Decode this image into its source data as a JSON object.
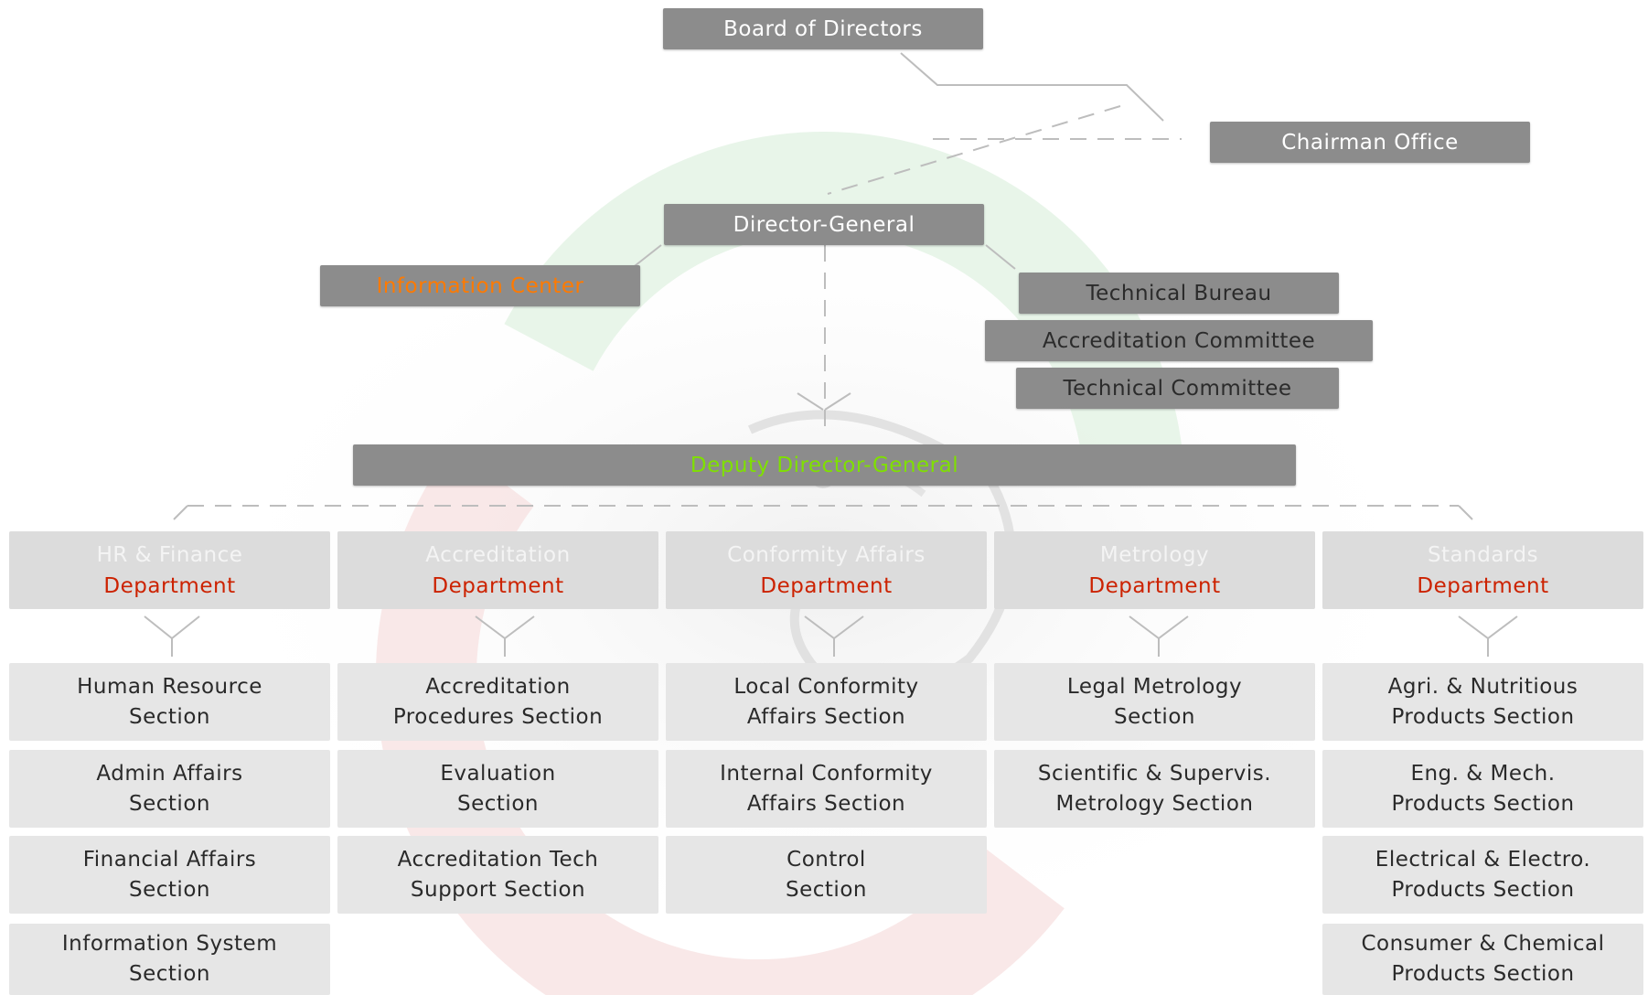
{
  "colors": {
    "box": "#8c8c8c",
    "department_box": "#dcdcdc",
    "section_box": "#e6e6e6",
    "department_word": "#cc2200",
    "information_center_text": "#ff7a00",
    "deputy_text": "#7fe000"
  },
  "top": {
    "board": "Board of Directors",
    "chairman_office": "Chairman Office",
    "director_general": "Director-General",
    "information_center": "Information Center",
    "technical_bureau": "Technical Bureau",
    "accreditation_committee": "Accreditation Committee",
    "technical_committee": "Technical Committee",
    "deputy_director_general": "Deputy Director-General"
  },
  "departments": [
    {
      "name": "HR & Finance",
      "word": "Department",
      "sections": [
        {
          "line1": "Human Resource",
          "line2": "Section"
        },
        {
          "line1": "Admin Affairs",
          "line2": "Section"
        },
        {
          "line1": "Financial Affairs",
          "line2": "Section"
        },
        {
          "line1": "Information System",
          "line2": "Section"
        }
      ]
    },
    {
      "name": "Accreditation",
      "word": "Department",
      "sections": [
        {
          "line1": "Accreditation",
          "line2": "Procedures Section"
        },
        {
          "line1": "Evaluation",
          "line2": "Section"
        },
        {
          "line1": "Accreditation Tech",
          "line2": "Support Section"
        }
      ]
    },
    {
      "name": "Conformity Affairs",
      "word": "Department",
      "sections": [
        {
          "line1": "Local Conformity",
          "line2": "Affairs Section"
        },
        {
          "line1": "Internal Conformity",
          "line2": "Affairs Section"
        },
        {
          "line1": "Control",
          "line2": "Section"
        }
      ]
    },
    {
      "name": "Metrology",
      "word": "Department",
      "sections": [
        {
          "line1": "Legal Metrology",
          "line2": "Section"
        },
        {
          "line1": "Scientific & Supervis.",
          "line2": "Metrology Section"
        }
      ]
    },
    {
      "name": "Standards",
      "word": "Department",
      "sections": [
        {
          "line1": "Agri. & Nutritious",
          "line2": "Products Section"
        },
        {
          "line1": "Eng. & Mech.",
          "line2": "Products Section"
        },
        {
          "line1": "Electrical & Electro.",
          "line2": "Products Section"
        },
        {
          "line1": "Consumer & Chemical",
          "line2": "Products Section"
        }
      ]
    }
  ]
}
